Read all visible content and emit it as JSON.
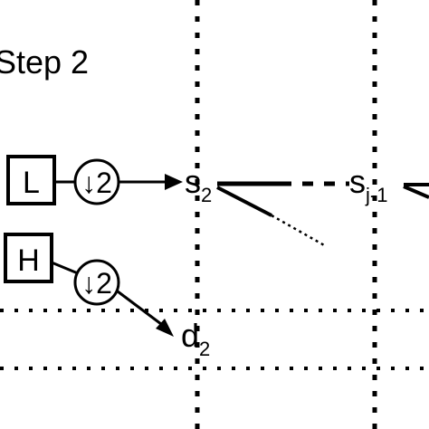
{
  "diagram": {
    "step_label": "Step 2",
    "lowpass_box": "L",
    "highpass_box": "H",
    "downsample_low": "↓2",
    "downsample_high": "↓2",
    "signal_s": {
      "base": "s",
      "sub": "2"
    },
    "signal_sj": {
      "base": "s",
      "sub": "j-1"
    },
    "signal_d": {
      "base": "d",
      "sub": "2"
    }
  }
}
